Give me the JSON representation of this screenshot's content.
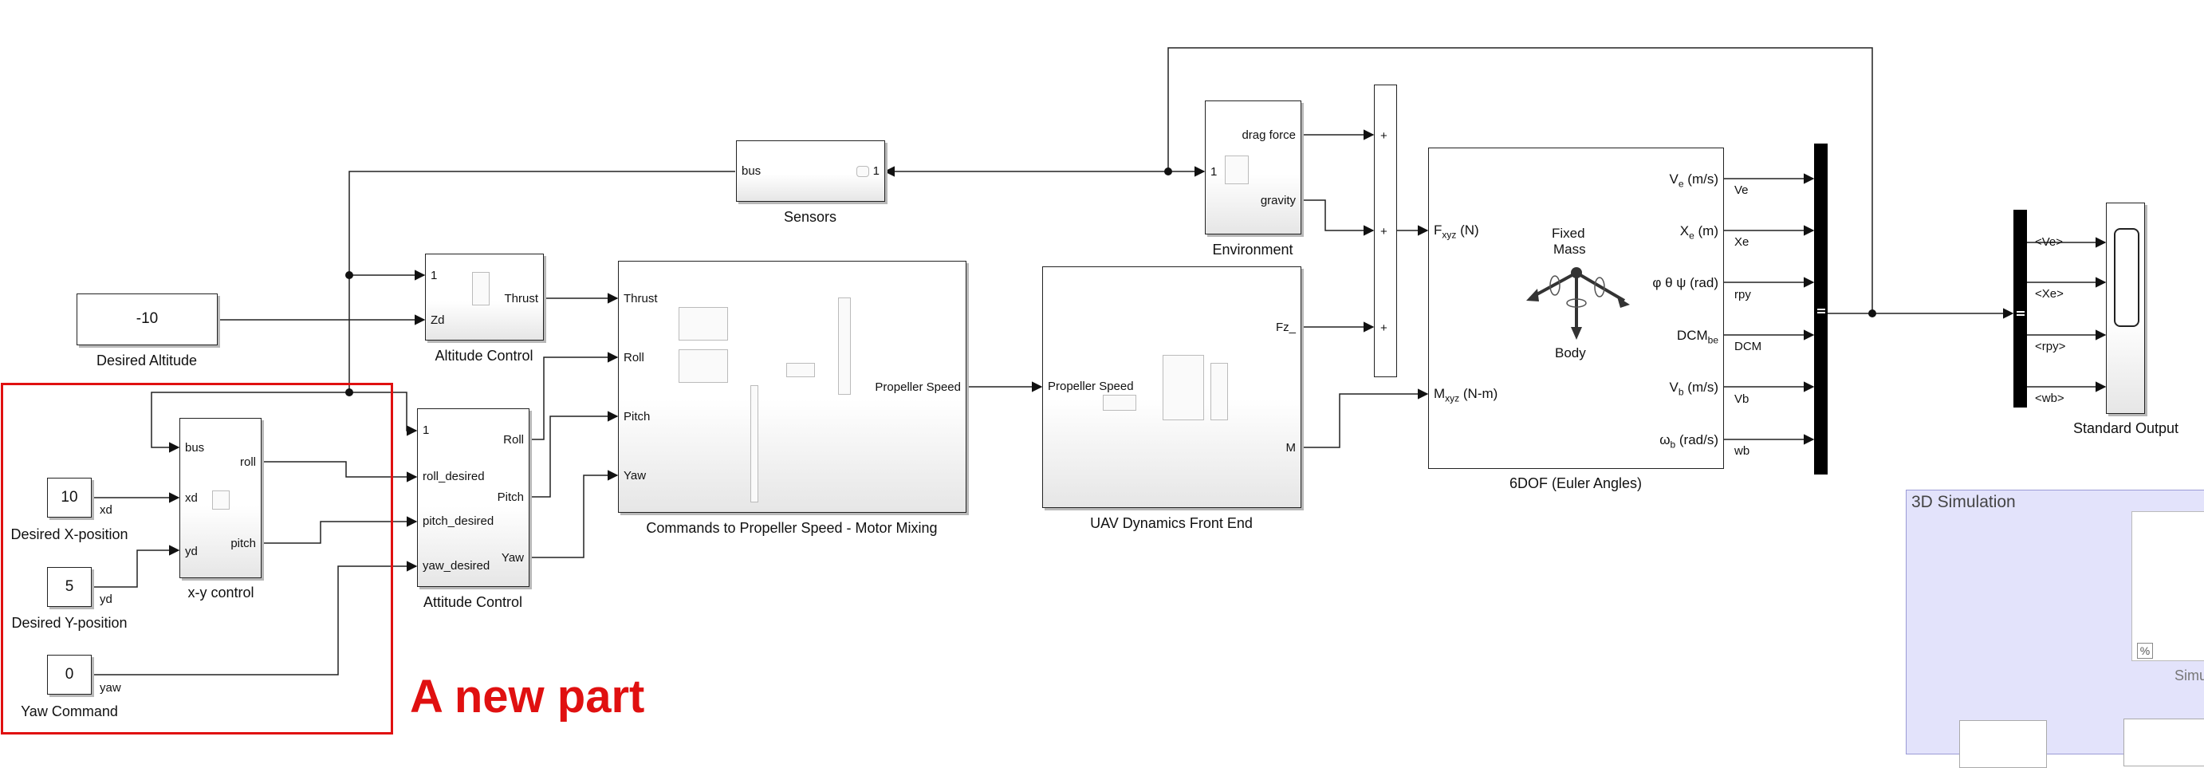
{
  "annotation": {
    "new_part": "A new part"
  },
  "constants": {
    "desired_altitude": "-10",
    "desired_x": "10",
    "desired_y": "5",
    "yaw_command": "0"
  },
  "block_names": {
    "desired_altitude": "Desired Altitude",
    "desired_x": "Desired X-position",
    "desired_y": "Desired Y-position",
    "yaw_command": "Yaw Command",
    "xy_control": "x-y control",
    "altitude_control": "Altitude Control",
    "attitude_control": "Attitude Control",
    "sensors": "Sensors",
    "motor_mixing": "Commands to Propeller Speed - Motor Mixing",
    "uav_dynamics": "UAV Dynamics Front End",
    "environment": "Environment",
    "sixdof": "6DOF (Euler Angles)",
    "standard_output": "Standard Output",
    "simulation_3d": "3D Simulation",
    "simulation_partial": "Simul"
  },
  "signals": {
    "xd": "xd",
    "yd": "yd",
    "yaw": "yaw",
    "ve": "Ve",
    "xe": "Xe",
    "rpy": "rpy",
    "dcm": "DCM",
    "vb": "Vb",
    "wb": "wb"
  },
  "ports": {
    "xy_bus": "bus",
    "xy_xd": "xd",
    "xy_yd": "yd",
    "xy_roll": "roll",
    "xy_pitch": "pitch",
    "alt_in1": "1",
    "alt_zd": "Zd",
    "alt_thrust": "Thrust",
    "att_in1": "1",
    "att_roll_des": "roll_desired",
    "att_pitch_des": "pitch_desired",
    "att_yaw_des": "yaw_desired",
    "att_roll": "Roll",
    "att_pitch": "Pitch",
    "att_yaw": "Yaw",
    "sensors_bus": "bus",
    "sensors_out": "1",
    "mix_thrust": "Thrust",
    "mix_roll": "Roll",
    "mix_pitch": "Pitch",
    "mix_yaw": "Yaw",
    "mix_out": "Propeller Speed",
    "uav_in": "Propeller Speed",
    "uav_fz": "Fz_",
    "uav_m": "M",
    "env_in": "1",
    "env_drag": "drag force",
    "env_gravity": "gravity",
    "sum_plus1": "+",
    "sum_plus2": "+",
    "sum_plus3": "+",
    "sixdof_f": "F",
    "sixdof_f_sub": "xyz",
    "sixdof_f_unit": " (N)",
    "sixdof_m": "M",
    "sixdof_m_sub": "xyz",
    "sixdof_m_unit": " (N-m)",
    "sixdof_fixed": "Fixed",
    "sixdof_mass": "Mass",
    "sixdof_body": "Body",
    "sixdof_ve": "V",
    "sixdof_ve_sub": "e",
    "sixdof_ve_unit": " (m/s)",
    "sixdof_xe": "X",
    "sixdof_xe_sub": "e",
    "sixdof_xe_unit": " (m)",
    "sixdof_euler": "φ θ ψ (rad)",
    "sixdof_dcm": "DCM",
    "sixdof_dcm_sub": "be",
    "sixdof_vb": "V",
    "sixdof_vb_sub": "b",
    "sixdof_vb_unit": " (m/s)",
    "sixdof_wb": "ω",
    "sixdof_wb_sub": "b",
    "sixdof_wb_unit": " (rad/s)",
    "sel_ve": "<Ve>",
    "sel_xe": "<Xe>",
    "sel_rpy": "<rpy>",
    "sel_wb": "<wb>"
  },
  "colors": {
    "highlight": "#e01010",
    "simulation_area": "#e3e3fb",
    "line": "#222222"
  }
}
